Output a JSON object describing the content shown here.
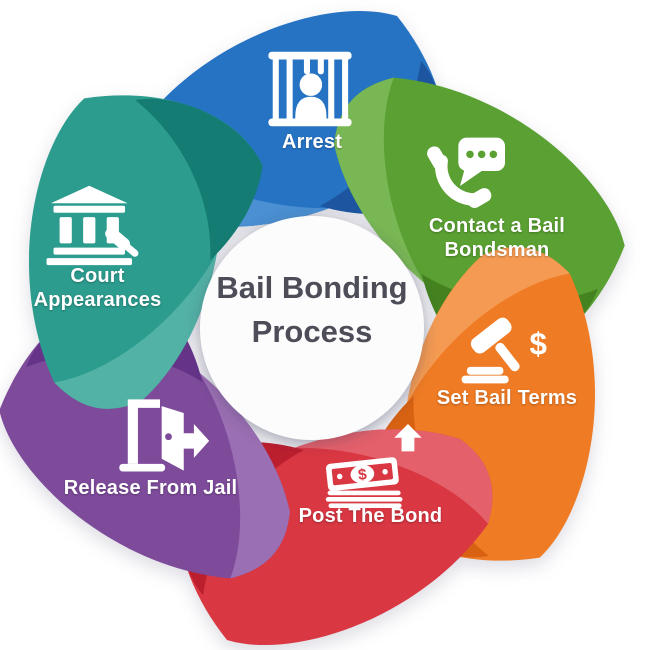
{
  "title": {
    "line1": "Bail Bonding",
    "line2": "Process",
    "color": "#4d4d58"
  },
  "hub_color": "#fcfcfd",
  "background_color": "#ffffff",
  "steps": [
    {
      "label": "Arrest",
      "icon": "jail-bars-icon",
      "color": "#2673c4",
      "color_dark": "#1d55a0",
      "color_light": "#4a90d2"
    },
    {
      "label": "Contact a Bail Bondsman",
      "icon": "phone-chat-icon",
      "color": "#5aa032",
      "color_dark": "#44811f",
      "color_light": "#79b754"
    },
    {
      "label": "Set Bail Terms",
      "icon": "gavel-dollar-icon",
      "icon_text": "$",
      "color": "#ef7b24",
      "color_dark": "#d86212",
      "color_light": "#f49a52"
    },
    {
      "label": "Post The Bond",
      "icon": "money-up-arrow-icon",
      "icon_text": "$",
      "color": "#d93742",
      "color_dark": "#bb1f2e",
      "color_light": "#e4606a"
    },
    {
      "label": "Release From Jail",
      "icon": "door-exit-arrow-icon",
      "color": "#7e4b9b",
      "color_dark": "#653488",
      "color_light": "#9b6fb3"
    },
    {
      "label": "Court Appearances",
      "icon": "courthouse-gavel-icon",
      "color": "#2c9c8e",
      "color_dark": "#147c72",
      "color_light": "#52b2a5"
    }
  ]
}
